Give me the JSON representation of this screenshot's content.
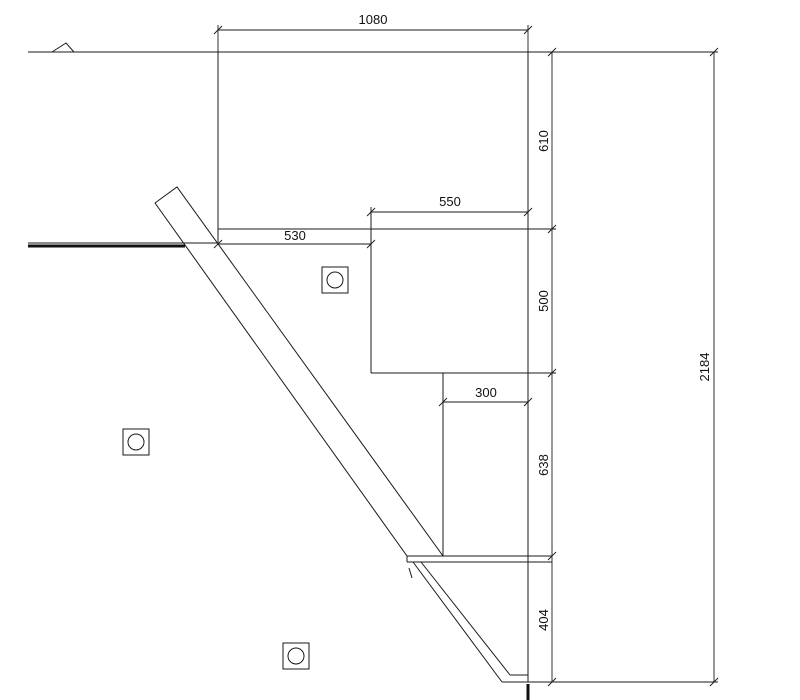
{
  "dimensions": {
    "top_width": "1080",
    "upper_height": "610",
    "mid_width": "550",
    "left_width": "530",
    "mid_height": "500",
    "lower_width": "300",
    "lower_height": "638",
    "bottom_height": "404",
    "total_height": "2184"
  }
}
